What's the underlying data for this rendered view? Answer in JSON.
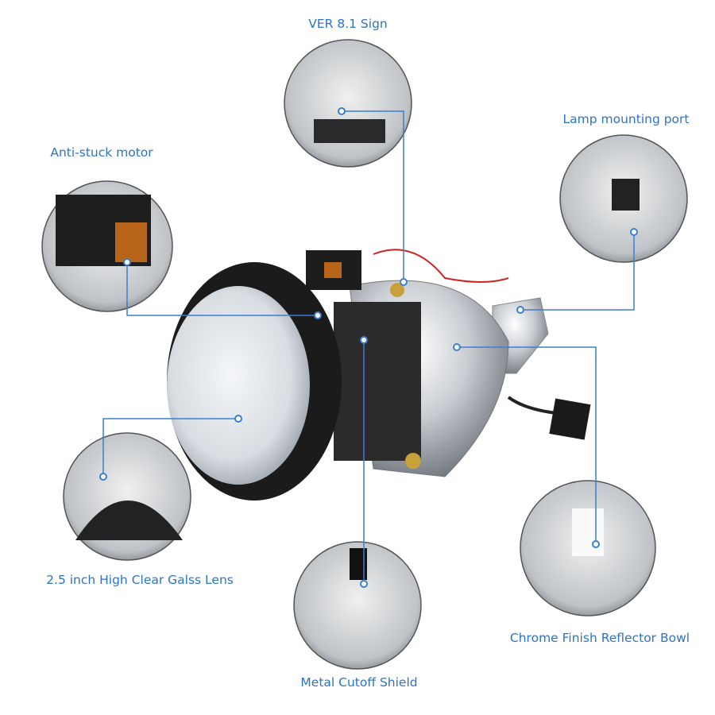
{
  "labels": {
    "ver_sign": "VER 8.1 Sign",
    "lamp_port": "Lamp mounting port",
    "motor": "Anti-stuck motor",
    "lens": "2.5 inch  High Clear Galss Lens",
    "reflector": "Chrome Finish Reflector Bowl",
    "shield": "Metal Cutoff Shield"
  },
  "colors": {
    "label": "#2d74c4",
    "leader": "#3b7fd0"
  }
}
